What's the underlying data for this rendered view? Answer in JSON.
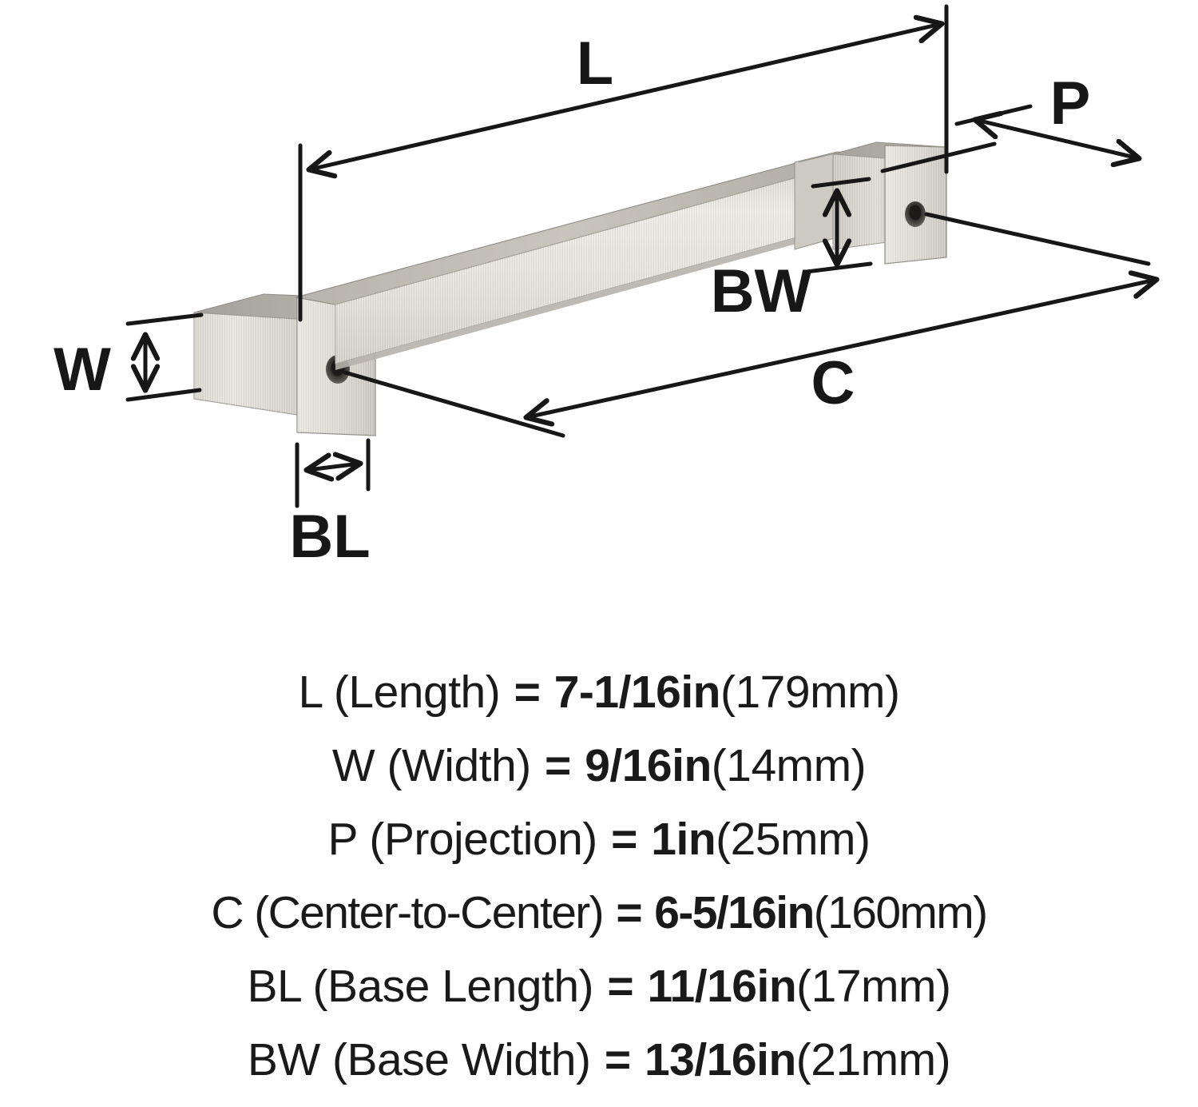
{
  "product": {
    "type": "cabinet-pull-handle",
    "finish_name": "satin-nickel",
    "colors": {
      "metal_light": "#e2e0da",
      "metal_mid": "#cfccc4",
      "metal_dark": "#b4b1a9",
      "metal_top": "#a9a7a0",
      "metal_shadow": "#8d8b84",
      "line": "#171717",
      "background": "#ffffff"
    }
  },
  "diagram": {
    "labels": {
      "length": "L",
      "width": "W",
      "projection": "P",
      "center_to_center": "C",
      "base_length": "BL",
      "base_width": "BW"
    },
    "icons": {
      "left_screw_hole": "screw-hole-icon",
      "right_screw_hole": "screw-hole-icon"
    }
  },
  "specs": [
    {
      "key": "L",
      "label": "L (Length)",
      "eq": "=",
      "imperial": "7-1/16in",
      "metric": "(179mm)"
    },
    {
      "key": "W",
      "label": "W (Width)",
      "eq": "=",
      "imperial": "9/16in",
      "metric": "(14mm)"
    },
    {
      "key": "P",
      "label": "P (Projection)",
      "eq": "=",
      "imperial": "1in",
      "metric": "(25mm)"
    },
    {
      "key": "C",
      "label": "C (Center-to-Center)",
      "eq": "=",
      "imperial": "6-5/16in",
      "metric": "(160mm)"
    },
    {
      "key": "BL",
      "label": "BL (Base Length)",
      "eq": "=",
      "imperial": "11/16in",
      "metric": "(17mm)"
    },
    {
      "key": "BW",
      "label": "BW (Base Width)",
      "eq": "=",
      "imperial": "13/16in",
      "metric": "(21mm)"
    }
  ]
}
